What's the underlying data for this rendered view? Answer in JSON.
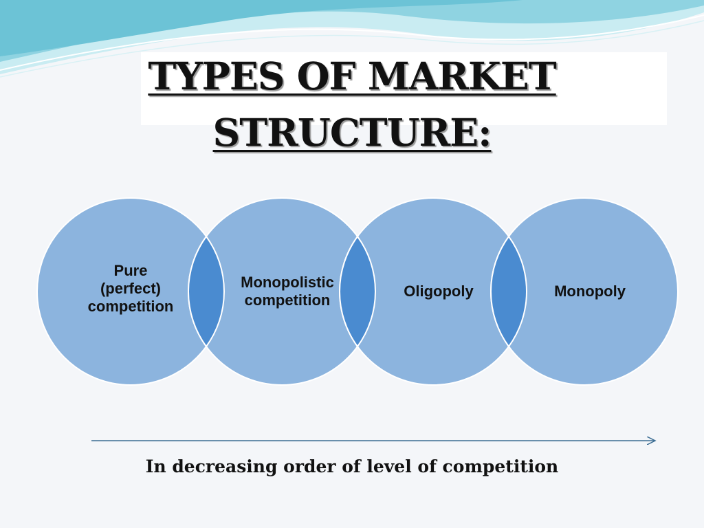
{
  "slide": {
    "title_line_1": "TYPES OF MARKET",
    "title_line_2": " STRUCTURE:"
  },
  "diagram": {
    "stages": [
      {
        "label": "Pure\n(perfect)\ncompetition"
      },
      {
        "label": "Monopolistic\ncompetition"
      },
      {
        "label": "Oligopoly"
      },
      {
        "label": "Monopoly"
      }
    ],
    "arrow_caption": "In decreasing order of level of competition"
  },
  "colors": {
    "circle_fill": "#8cb4de",
    "overlap_fill": "#4a8bd0",
    "circle_stroke": "#ffffff",
    "arrow": "#3b6d93",
    "wave_dark": "#6cc3d6",
    "wave_light": "#c9ecf2"
  }
}
